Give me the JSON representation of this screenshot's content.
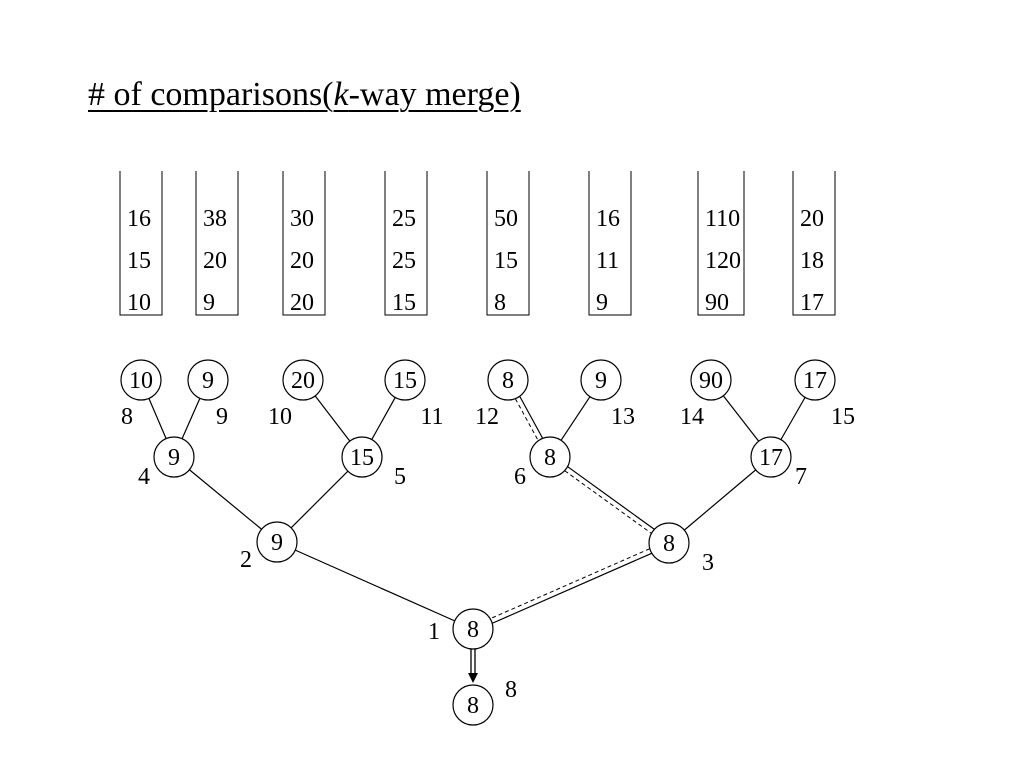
{
  "title": {
    "prefix": "# of comparisons(",
    "italic": "k",
    "suffix": "-way merge)"
  },
  "runs": [
    [
      "16",
      "15",
      "10"
    ],
    [
      "38",
      "20",
      "9"
    ],
    [
      "30",
      "20",
      "20"
    ],
    [
      "25",
      "25",
      "15"
    ],
    [
      "50",
      "15",
      "8"
    ],
    [
      "16",
      "11",
      "9"
    ],
    [
      "110",
      "120",
      "90"
    ],
    [
      "20",
      "18",
      "17"
    ]
  ],
  "tree": {
    "nodes": {
      "n1": {
        "value": "8",
        "index": "1"
      },
      "n2": {
        "value": "9",
        "index": "2"
      },
      "n3": {
        "value": "8",
        "index": "3"
      },
      "n4": {
        "value": "9",
        "index": "4"
      },
      "n5": {
        "value": "15",
        "index": "5"
      },
      "n6": {
        "value": "8",
        "index": "6"
      },
      "n7": {
        "value": "17",
        "index": "7"
      },
      "n8": {
        "value": "10",
        "index": "8"
      },
      "n9": {
        "value": "9",
        "index": "9"
      },
      "n10": {
        "value": "20",
        "index": "10"
      },
      "n11": {
        "value": "15",
        "index": "11"
      },
      "n12": {
        "value": "8",
        "index": "12"
      },
      "n13": {
        "value": "9",
        "index": "13"
      },
      "n14": {
        "value": "90",
        "index": "14"
      },
      "n15": {
        "value": "17",
        "index": "15"
      }
    },
    "output": {
      "value": "8",
      "label": "8"
    }
  }
}
